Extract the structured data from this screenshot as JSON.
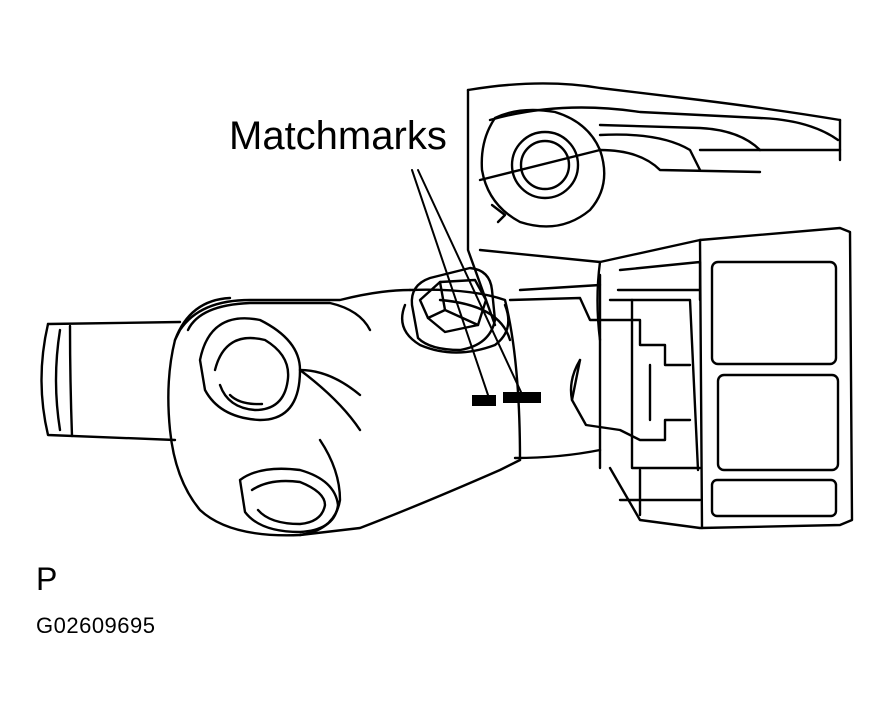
{
  "diagram": {
    "callout_label": "Matchmarks",
    "view_code": "P",
    "figure_id": "G02609695",
    "line_color": "#000000",
    "background_color": "#ffffff"
  }
}
